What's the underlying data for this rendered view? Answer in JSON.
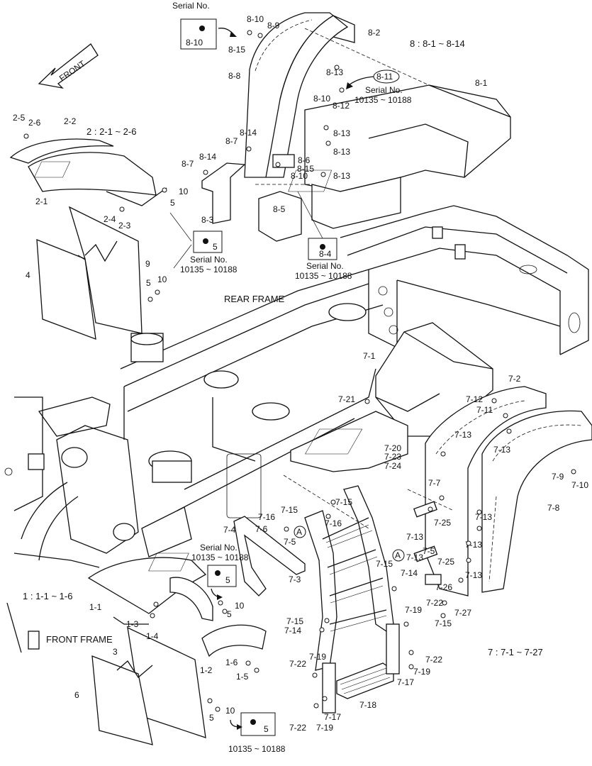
{
  "callouts": {
    "serial_top": "Serial No.",
    "serial_top_range": "",
    "box_8_10": "8-10",
    "serial_8_11_no": "Serial No.",
    "serial_8_11_range": "10135 ~ 10188",
    "circle_8_11": "8-11",
    "box_5_upper": "5",
    "serial_5_upper_no": "Serial No.",
    "serial_5_upper_range": "10135 ~ 10188",
    "box_8_4": "8-4",
    "serial_8_4_no": "Serial No.",
    "serial_8_4_range": "10135 ~ 10188",
    "serial_front_no": "Serial No.",
    "serial_front_range": "10135 ~ 10188",
    "box_5_front": "5",
    "box_5_bottom": "5",
    "serial_bottom_range": "10135 ~ 10188",
    "circle_a": "A"
  },
  "groups": {
    "group_8": "8 : 8-1 ~ 8-14",
    "group_2": "2 : 2-1 ~ 2-6",
    "group_1": "1 : 1-1 ~ 1-6",
    "group_7": "7 : 7-1 ~ 7-27"
  },
  "frames": {
    "rear": "REAR FRAME",
    "front": "FRONT FRAME",
    "arrow": "FRONT"
  },
  "labels": [
    {
      "t": "8-10"
    },
    {
      "t": "8-9"
    },
    {
      "t": "8-2"
    },
    {
      "t": "8-15"
    },
    {
      "t": "8-8"
    },
    {
      "t": "8-13"
    },
    {
      "t": "8-1"
    },
    {
      "t": "8-10"
    },
    {
      "t": "8-12"
    },
    {
      "t": "8-14"
    },
    {
      "t": "8-13"
    },
    {
      "t": "8-7"
    },
    {
      "t": "8-13"
    },
    {
      "t": "8-7"
    },
    {
      "t": "8-14"
    },
    {
      "t": "8-6"
    },
    {
      "t": "8-15"
    },
    {
      "t": "8-10"
    },
    {
      "t": "8-13"
    },
    {
      "t": "8-3"
    },
    {
      "t": "8-5"
    },
    {
      "t": "2-5"
    },
    {
      "t": "2-6"
    },
    {
      "t": "2-2"
    },
    {
      "t": "2-1"
    },
    {
      "t": "10"
    },
    {
      "t": "5"
    },
    {
      "t": "2-4"
    },
    {
      "t": "2-3"
    },
    {
      "t": "4"
    },
    {
      "t": "9"
    },
    {
      "t": "5"
    },
    {
      "t": "10"
    },
    {
      "t": "7-1"
    },
    {
      "t": "7-2"
    },
    {
      "t": "7-21"
    },
    {
      "t": "7-12"
    },
    {
      "t": "7-11"
    },
    {
      "t": "7-13"
    },
    {
      "t": "7-13"
    },
    {
      "t": "7-20"
    },
    {
      "t": "7-23"
    },
    {
      "t": "7-24"
    },
    {
      "t": "7-9"
    },
    {
      "t": "7-10"
    },
    {
      "t": "7-7"
    },
    {
      "t": "7-8"
    },
    {
      "t": "7-15"
    },
    {
      "t": "7-15"
    },
    {
      "t": "7-16"
    },
    {
      "t": "7-16"
    },
    {
      "t": "7-4"
    },
    {
      "t": "7-6"
    },
    {
      "t": "7-5"
    },
    {
      "t": "7-13"
    },
    {
      "t": "7-25"
    },
    {
      "t": "7-13"
    },
    {
      "t": "7-13"
    },
    {
      "t": "7-5"
    },
    {
      "t": "7-13"
    },
    {
      "t": "7-25"
    },
    {
      "t": "7-13"
    },
    {
      "t": "7-3"
    },
    {
      "t": "7-15"
    },
    {
      "t": "7-14"
    },
    {
      "t": "7-26"
    },
    {
      "t": "7-19"
    },
    {
      "t": "7-22"
    },
    {
      "t": "7-27"
    },
    {
      "t": "7-15"
    },
    {
      "t": "7-15"
    },
    {
      "t": "7-14"
    },
    {
      "t": "7-22"
    },
    {
      "t": "7-19"
    },
    {
      "t": "7-22"
    },
    {
      "t": "7-19"
    },
    {
      "t": "7-17"
    },
    {
      "t": "7-18"
    },
    {
      "t": "7-22"
    },
    {
      "t": "7-19"
    },
    {
      "t": "7-17"
    },
    {
      "t": "1-1"
    },
    {
      "t": "10"
    },
    {
      "t": "5"
    },
    {
      "t": "1-3"
    },
    {
      "t": "1-4"
    },
    {
      "t": "3"
    },
    {
      "t": "1-6"
    },
    {
      "t": "1-5"
    },
    {
      "t": "1-2"
    },
    {
      "t": "6"
    },
    {
      "t": "5"
    },
    {
      "t": "10"
    }
  ]
}
